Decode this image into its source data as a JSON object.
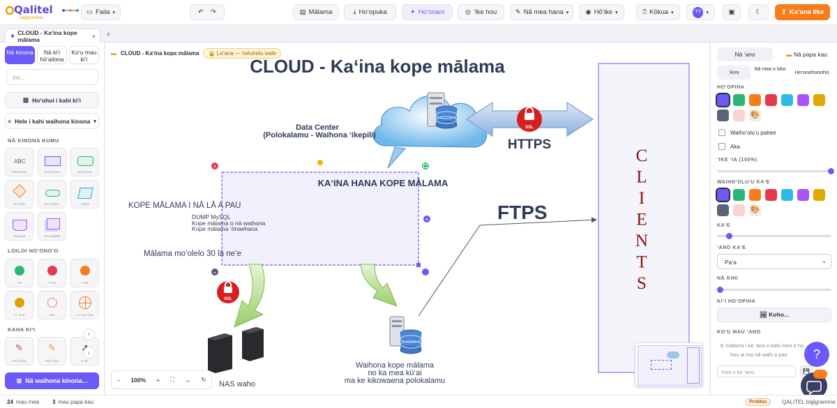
{
  "app": {
    "logo_text": "Qalitel",
    "logo_sub": "logigramme"
  },
  "toolbar": {
    "file_label": "Faila",
    "save_label": "Mālama",
    "export_label": "Ho‘opuka",
    "ai_label": "Ho‘onani",
    "preview_label": "‘Ike hou",
    "tools_label": "Nā mea hana",
    "view_label": "Hō‘ike",
    "help_label": "Kōkua",
    "avatar_initials": "TT",
    "share_label": "Ka‘ana like"
  },
  "tabs": [
    {
      "label": "CLOUD - Ka‘ina kope mālama"
    }
  ],
  "left_panel": {
    "modes": [
      "Nā kinona",
      "Nā ki‘i hō‘ailona",
      "Ko‘u mau ki‘i"
    ],
    "search_placeholder": "Imi...",
    "import_label": "Ho‘ohui i kahi ki‘i",
    "library_label": "Hele i kahi waihona kinona",
    "sections": [
      "NĀ KINONA KUMU",
      "LOILOI NO‘ONO‘O",
      "KAHA KI‘I"
    ],
    "basic_shapes": [
      "Kikokikona",
      "Ka‘ina hana",
      "Ka‘ina kaa",
      "Ho‘oholo",
      "Ho‘omaka /",
      "‘Ikepili",
      "Palapala",
      "Nā palapala"
    ],
    "logic_shapes": [
      "‘Ae",
      "‘A‘ole",
      "A ME",
      "A I ‘OLE",
      "‘Ole",
      "A I ‘OLE (ka)"
    ],
    "draw_tools": [
      "Peni kaha",
      "Peni kaha",
      "Ki‘ak"
    ],
    "add_label": "Nā waihona kinona..."
  },
  "canvas": {
    "breadcrumb": "CLOUD - Ka‘ina kope mālama",
    "lock_badge": "La‘ana — heluhelu wale",
    "zoom": "100%"
  },
  "diagram": {
    "title": "CLOUD - Ka‘ina kope mālama",
    "datacenter_line1": "Data Center",
    "datacenter_line2": "(Polokalamu - Waihona ‘ikepili)",
    "https_label": "HTTPS",
    "ssl_label": "SSL",
    "process_title": "KA‘INA HANA KOPE MĀLAMA",
    "process_line1": "DUMP MySQL",
    "process_line2": "Kope mālama o nā waihona",
    "process_line3": "Kope mālama ‘ōnaehana",
    "daily_backup": "KOPE MĀLAMA I NĀ LĀ A PAU",
    "retention": "Mālama mo‘olelo 30 lā ne‘e",
    "ftps_label": "FTPS",
    "clients_label": "CLIENTS",
    "nas_label": "NAS waho",
    "storage_line1": "Waihona kope mālama",
    "storage_line2": "no ka mea kū‘ai",
    "storage_line3": "ma ke kikowaena polokalamu"
  },
  "right_panel": {
    "tab_shape": "Nā ‘ano",
    "tab_page": "Nā papa kau",
    "subtabs": [
      "‘Ano",
      "Nā mea o loko",
      "Ho‘onohonoho"
    ],
    "fill_label": "HO‘OPIHA",
    "opt_transparent": "Waiho‘olu‘u pahee",
    "opt_shadow": "Aka",
    "opacity_label": "‘IKE ‘IA (100%)",
    "border_color_label": "WAIHO‘OLU‘U KA‘E",
    "border_label": "KA‘E",
    "border_style_label": "‘ANO KA‘E",
    "border_style_value": "Pa‘a",
    "thickness_label": "NĀ KIHI",
    "image_label": "KI‘I HO‘OPIHA",
    "choose_label": "Koho...",
    "my_styles_label": "KO‘U MAU ‘ANO",
    "empty_text_1": "E mālama i ke ‘ano o kahi mea e ho",
    "empty_text_2": "hou ai ma nā wahi a pau",
    "style_name_placeholder": "Inoa o ke ‘ano"
  },
  "status": {
    "shapes_count": "24",
    "shapes_label": "mau mea",
    "pages_count": "3",
    "pages_label": "mau papa kau",
    "plan": "ProMax",
    "product": "QALITEL logigramme"
  },
  "colors": {
    "accent": "#6a5af9",
    "clients": "#8b1010",
    "share": "#f77c1c"
  }
}
